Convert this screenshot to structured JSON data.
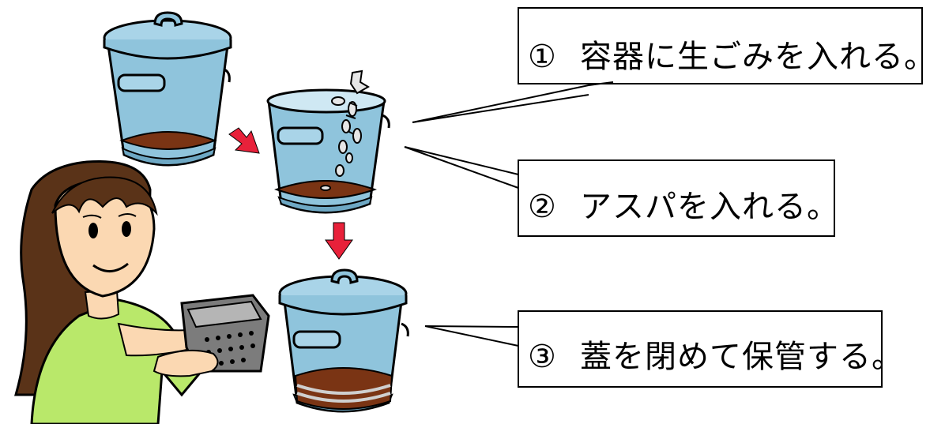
{
  "steps": [
    {
      "number": "①",
      "text": "容器に生ごみを入れる。"
    },
    {
      "number": "②",
      "text": "アスパを入れる。"
    },
    {
      "number": "③",
      "text": "蓋を閉めて保管する。"
    }
  ],
  "colors": {
    "bucket_body": "#8fc4dc",
    "bucket_dark": "#6ea8c4",
    "compost": "#7a3414",
    "arrow": "#e8213a",
    "shirt": "#b9e86a",
    "skin": "#fbd8b2",
    "hair": "#5a3318",
    "box": "#7c7c7c"
  }
}
